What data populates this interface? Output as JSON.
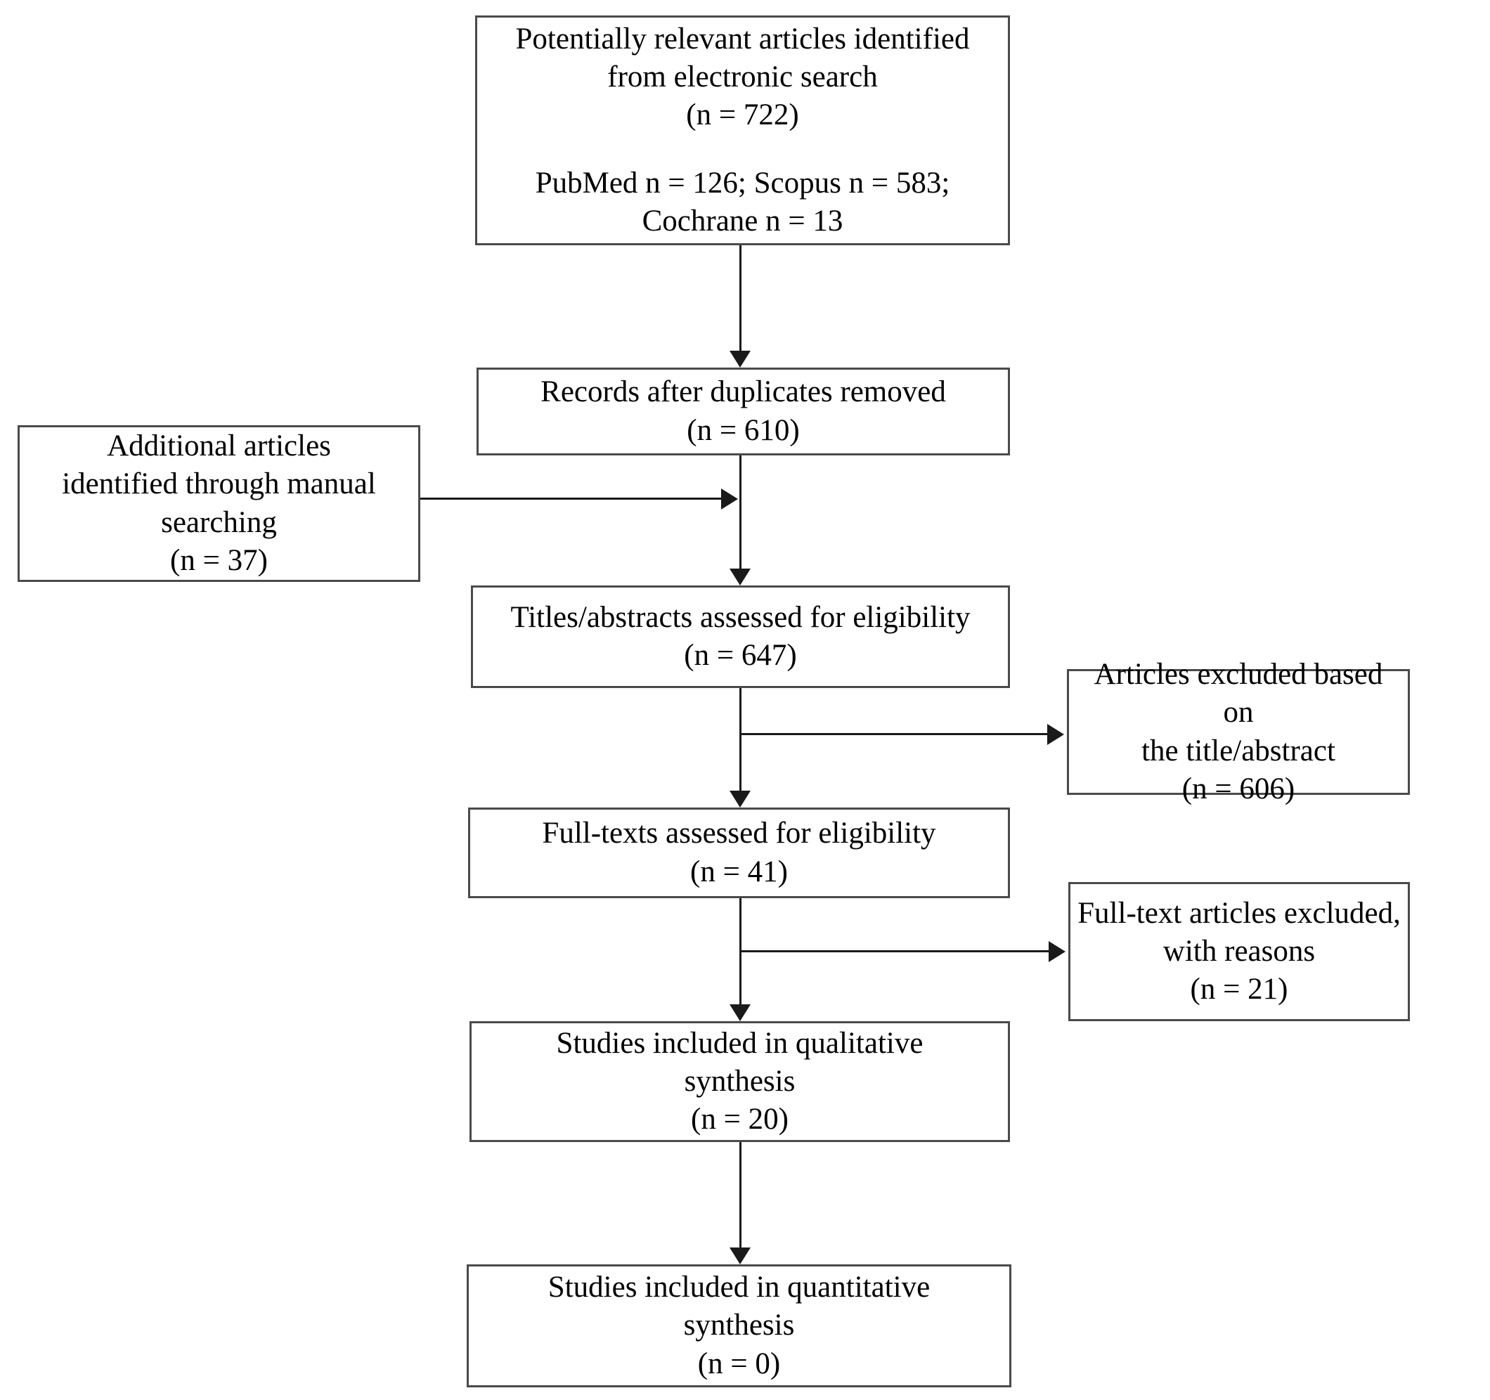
{
  "diagram": {
    "title": "Study selection flow diagram",
    "colors": {
      "border": "#4a4a4a",
      "arrow": "#1a1a1a",
      "text": "#000000",
      "background": "#ffffff"
    },
    "boxes": {
      "identified": {
        "lines": [
          "Potentially relevant articles identified",
          "from electronic search",
          "(n = 722)",
          "PubMed  n = 126; Scopus  n = 583;",
          "Cochrane n = 13"
        ]
      },
      "manual_search": {
        "lines": [
          "Additional articles",
          "identified through manual",
          "searching",
          "(n = 37)"
        ]
      },
      "deduplicated": {
        "lines": [
          "Records after duplicates removed",
          "(n = 610)"
        ]
      },
      "titles_abstracts": {
        "lines": [
          "Titles/abstracts assessed for eligibility",
          "(n = 647)"
        ]
      },
      "excluded_title_abstract": {
        "lines": [
          "Articles excluded based on",
          "the title/abstract",
          "(n = 606)"
        ]
      },
      "full_texts": {
        "lines": [
          "Full-texts assessed for eligibility",
          "(n = 41)"
        ]
      },
      "excluded_full_text": {
        "lines": [
          "Full-text articles excluded,",
          "with reasons",
          "(n = 21)"
        ]
      },
      "qualitative": {
        "lines": [
          "Studies included in qualitative",
          "synthesis",
          "(n = 20)"
        ]
      },
      "quantitative": {
        "lines": [
          "Studies included in quantitative",
          "synthesis",
          "(n = 0)"
        ]
      }
    }
  }
}
